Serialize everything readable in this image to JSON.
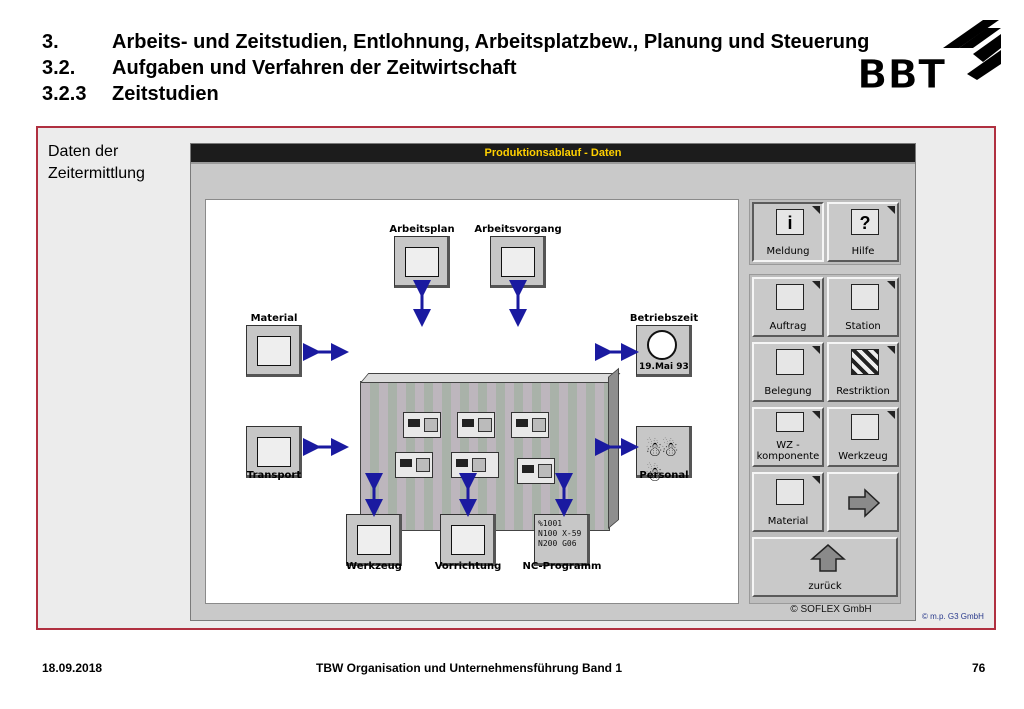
{
  "header": {
    "lines": [
      {
        "num": "3.",
        "text": "Arbeits- und Zeitstudien, Entlohnung, Arbeitsplatzbew., Planung und Steuerung"
      },
      {
        "num": "3.2.",
        "text": "Aufgaben und Verfahren der Zeitwirtschaft"
      },
      {
        "num": "3.2.3",
        "text": "Zeitstudien"
      }
    ],
    "logo_text": "BBT"
  },
  "caption": [
    "Daten der",
    "Zeitermittlung"
  ],
  "window": {
    "title": "Produktionsablauf - Daten",
    "status": "© SOFLEX GmbH"
  },
  "diagram": {
    "nodes": {
      "arbeitsplan": "Arbeitsplan",
      "arbeitsvorgang": "Arbeitsvorgang",
      "material": "Material",
      "betriebszeit": "Betriebszeit",
      "betriebszeit_date": "19.Mai 93",
      "transport": "Transport",
      "personal": "Personal",
      "werkzeug": "Werkzeug",
      "vorrichtung": "Vorrichtung",
      "nc_programm": "NC-Programm",
      "nc_code": [
        "%1001",
        "N100 X-59",
        "N200 G06"
      ]
    }
  },
  "buttons": {
    "meldung": "Meldung",
    "hilfe": "Hilfe",
    "auftrag": "Auftrag",
    "station": "Station",
    "belegung": "Belegung",
    "restriktion": "Restriktion",
    "wz_komponente": [
      "WZ -",
      "komponente"
    ],
    "werkzeug": "Werkzeug",
    "material": "Material",
    "zurueck": "zurück"
  },
  "copyright": "© m.p. G3 GmbH",
  "footer": {
    "date": "18.09.2018",
    "title": "TBW Organisation und Unternehmensführung Band 1",
    "page": "76"
  },
  "colors": {
    "frame": "#b03040",
    "arrow": "#1a1aa0",
    "title_text": "#ffd000"
  }
}
